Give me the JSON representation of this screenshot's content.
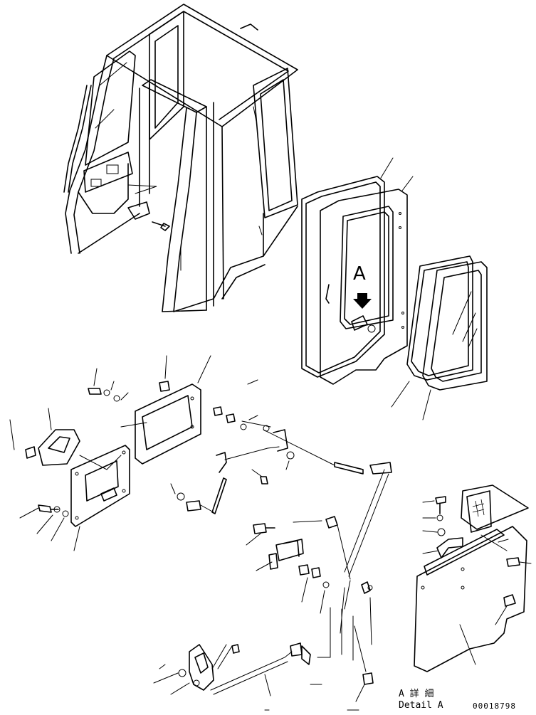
{
  "diagram": {
    "callout_letter": "A",
    "detail_label_jp": "A 詳 細",
    "detail_label_en": "Detail A",
    "drawing_code": "00018798"
  }
}
